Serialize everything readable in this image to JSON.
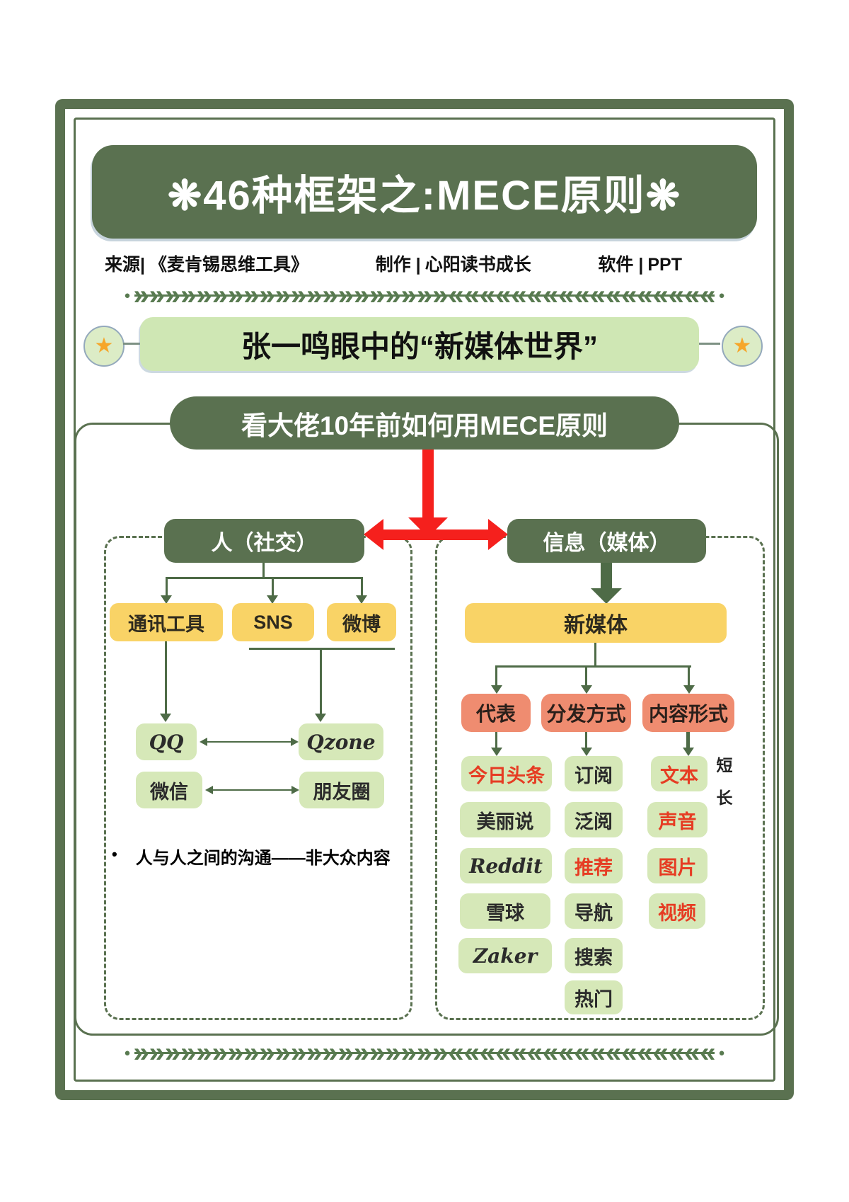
{
  "header": {
    "title": "❋46种框架之:MECE原则❋",
    "credits": [
      {
        "label": "来源|",
        "value": "《麦肯锡思维工具》"
      },
      {
        "label": "制作 |",
        "value": "心阳读书成长"
      },
      {
        "label": "软件 |",
        "value": "PPT"
      }
    ]
  },
  "divider": {
    "dot": "●",
    "chevrons_forward": "»»»»»»»»»»»»»»»»»»»»",
    "chevrons_backward": "«««««««««««««««««"
  },
  "banner": {
    "star": "★",
    "text": "张一鸣眼中的“新媒体世界”"
  },
  "subtitle": "看大佬10年前如何用MECE原则",
  "left_branch": {
    "header": "人（社交）",
    "level1": [
      "通讯工具",
      "SNS",
      "微博"
    ],
    "pair1": [
      "QQ",
      "Qzone"
    ],
    "pair2": [
      "微信",
      "朋友圈"
    ],
    "note_bullet": "•",
    "note": "人与人之间的沟通——非大众内容"
  },
  "right_branch": {
    "header": "信息（媒体）",
    "root": "新媒体",
    "categories": [
      "代表",
      "分发方式",
      "内容形式"
    ],
    "representatives": [
      "今日头条",
      "美丽说",
      "Reddit",
      "雪球",
      "Zaker"
    ],
    "distribution_methods": [
      "订阅",
      "泛阅",
      "推荐",
      "导航",
      "搜索",
      "热门"
    ],
    "content_forms": [
      "文本",
      "声音",
      "图片",
      "视频"
    ],
    "length_note": [
      "短",
      "长"
    ]
  },
  "colors": {
    "frame_green": "#5a7150",
    "leaf_green": "#587a50",
    "banner_green": "#cfe7b4",
    "node_yellow": "#f9d366",
    "node_salmon": "#ef8c70",
    "node_light_green": "#d6e8b8",
    "arrow_red": "#f5201d",
    "connector_green": "#4e6b47",
    "highlight_red": "#e63c23",
    "star_orange": "#f6a62a"
  }
}
